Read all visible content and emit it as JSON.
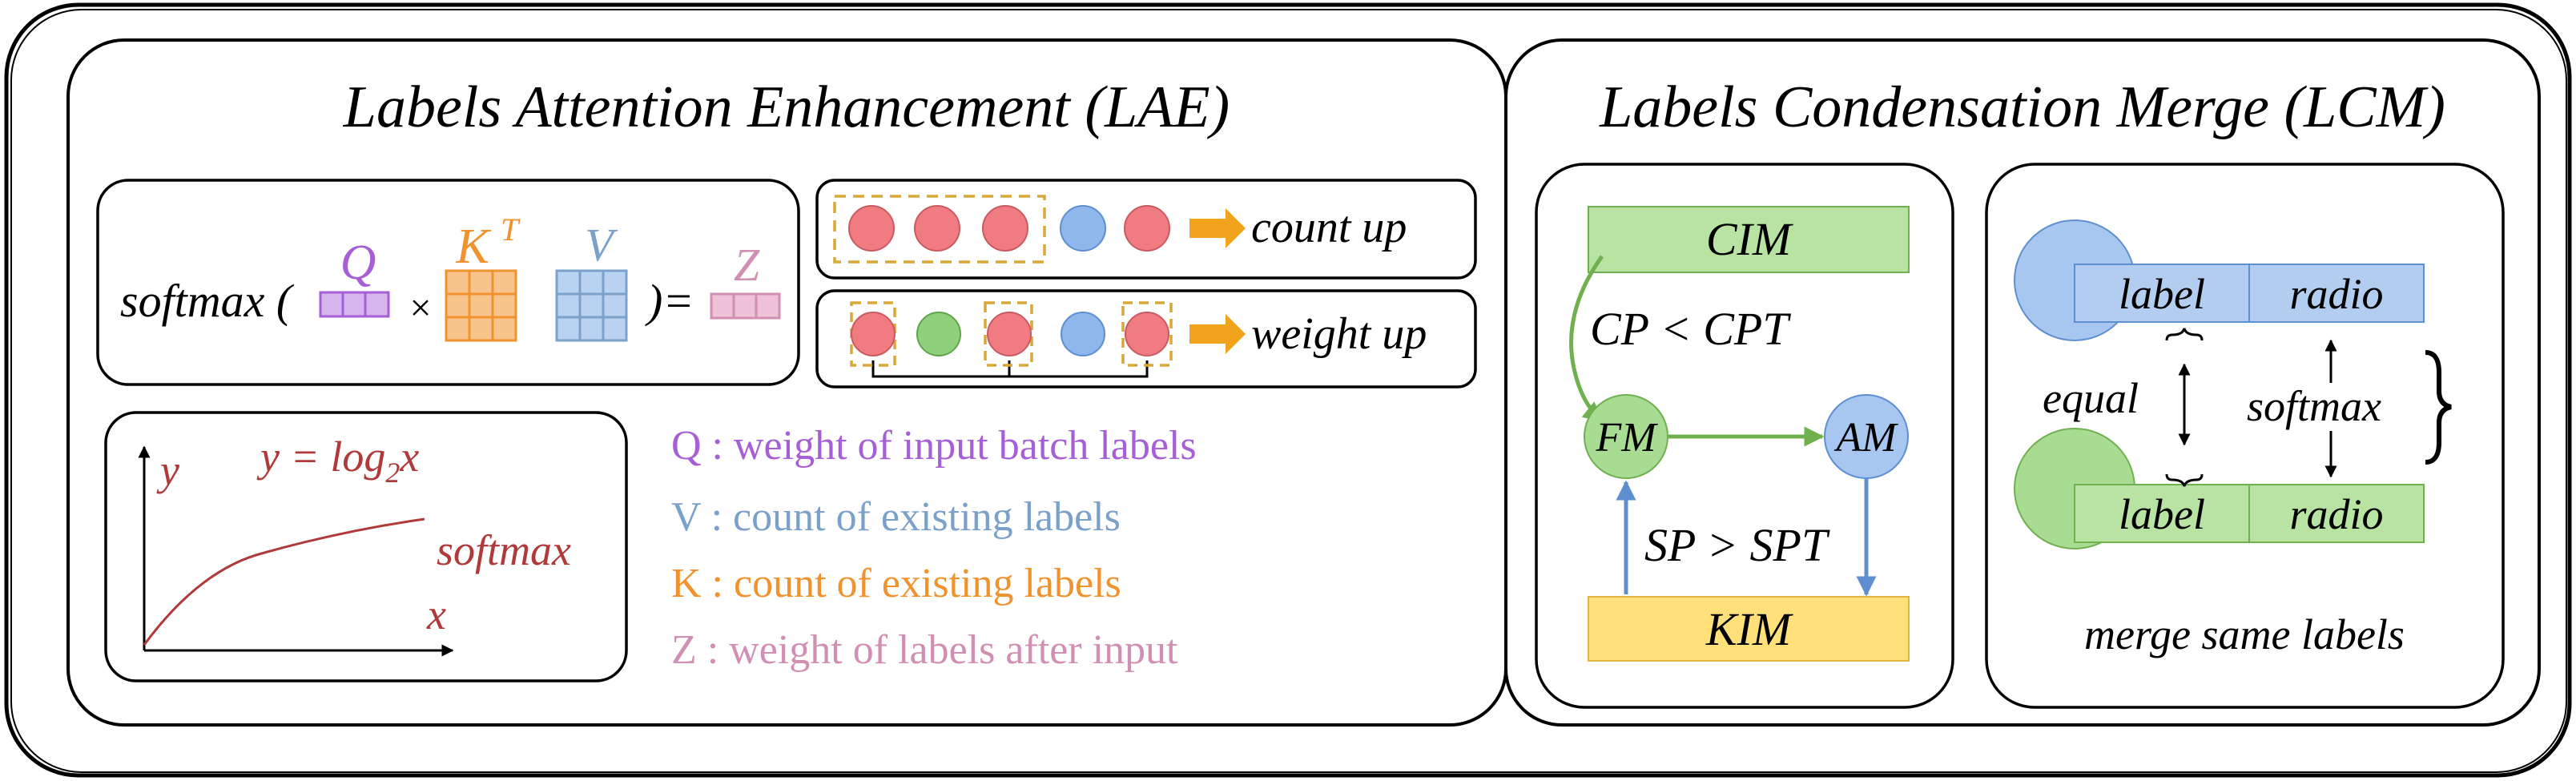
{
  "colors": {
    "outline": "#000000",
    "red_node": "#f07c82",
    "blue_node": "#8eb8ec",
    "green_node": "#8fd07c",
    "dashed_box": "#d9a836",
    "arrow": "#f1a31c",
    "q_color": "#a65fd6",
    "k_color": "#f0922e",
    "v_color": "#7ba0c9",
    "z_color": "#d28fb4",
    "curve": "#b03a3a",
    "cim_fill": "#b9e3a2",
    "kim_fill": "#ffe07a",
    "label_blue_fill": "#b3cdf0",
    "label_green_fill": "#b9e3a2",
    "green_line": "#70b04f",
    "blue_line": "#5e8fd0"
  },
  "lae": {
    "title": "Labels Attention Enhancement (LAE)",
    "formula": {
      "softmax": "softmax (",
      "q": "Q",
      "times": "×",
      "k": "K",
      "k_sup": "T",
      "v": "V",
      "close_eq": ")=",
      "z": "Z"
    },
    "count_up": "count up",
    "weight_up": "weight up",
    "graph": {
      "y_label": "y",
      "equation": "y = log",
      "eq_sub": "2",
      "eq_end": "x",
      "curve_label": "softmax",
      "x_label": "x"
    },
    "legend": [
      {
        "text": "Q : weight of input batch labels",
        "color": "#a65fd6"
      },
      {
        "text": "V : count of existing labels",
        "color": "#7ba0c9"
      },
      {
        "text": "K : count of existing labels",
        "color": "#f0922e"
      },
      {
        "text": "Z : weight of labels after input",
        "color": "#d28fb4"
      }
    ]
  },
  "lcm": {
    "title": "Labels Condensation Merge (LCM)",
    "flow": {
      "cim": "CIM",
      "cp_cond": "CP < CPT",
      "fm": "FM",
      "am": "AM",
      "sp_cond": "SP > SPT",
      "kim": "KIM"
    },
    "merge": {
      "label_top": "label",
      "radio_top": "radio",
      "equal": "equal",
      "softmax": "softmax",
      "label_bottom": "label",
      "radio_bottom": "radio",
      "caption": "merge same labels"
    }
  }
}
